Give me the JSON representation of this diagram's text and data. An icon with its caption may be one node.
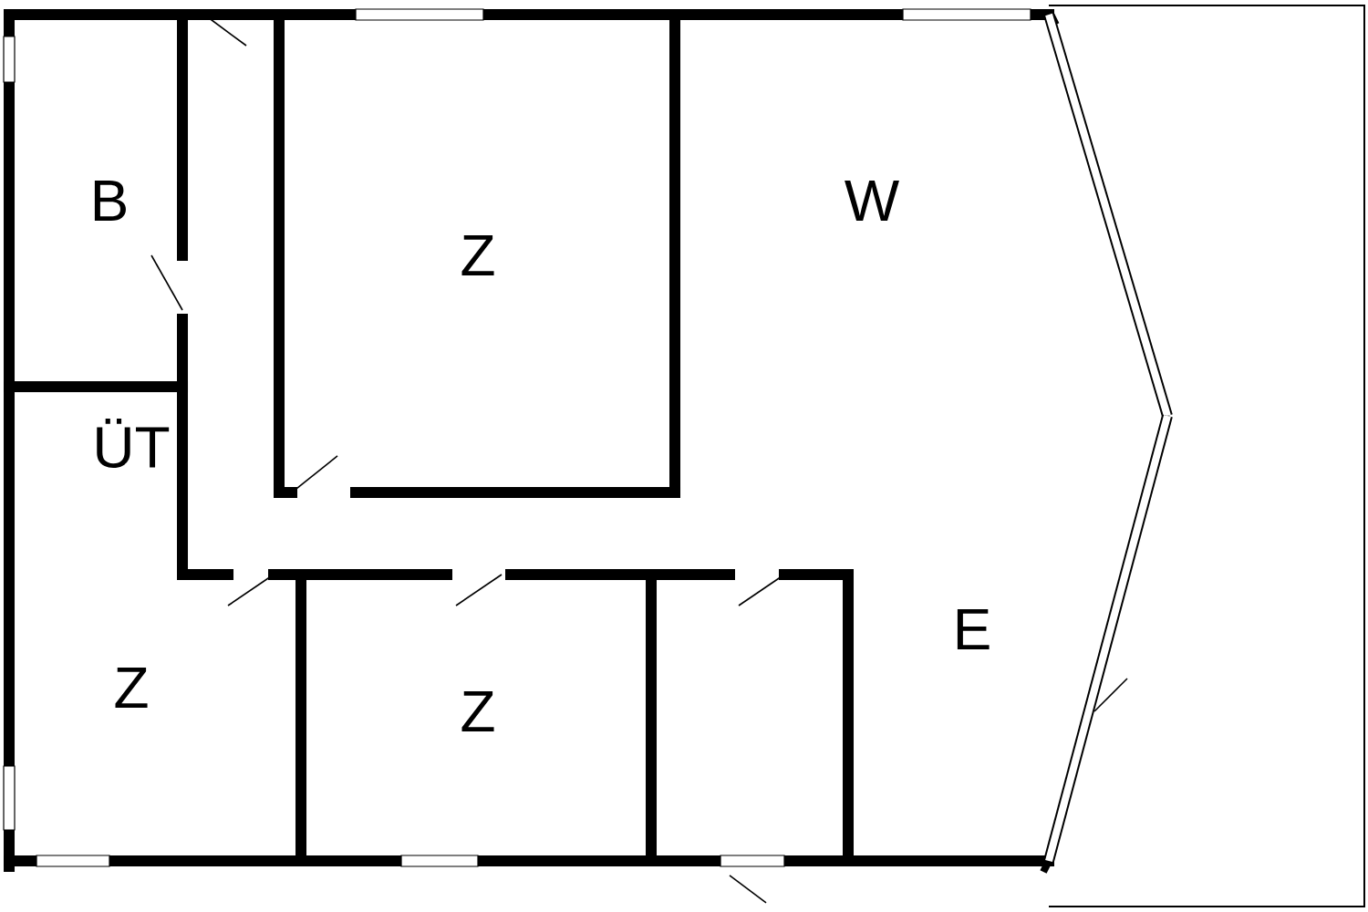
{
  "diagram": {
    "labels": [
      "B",
      "W",
      "Z",
      "ÜT",
      "E",
      "Z",
      "Z"
    ]
  }
}
